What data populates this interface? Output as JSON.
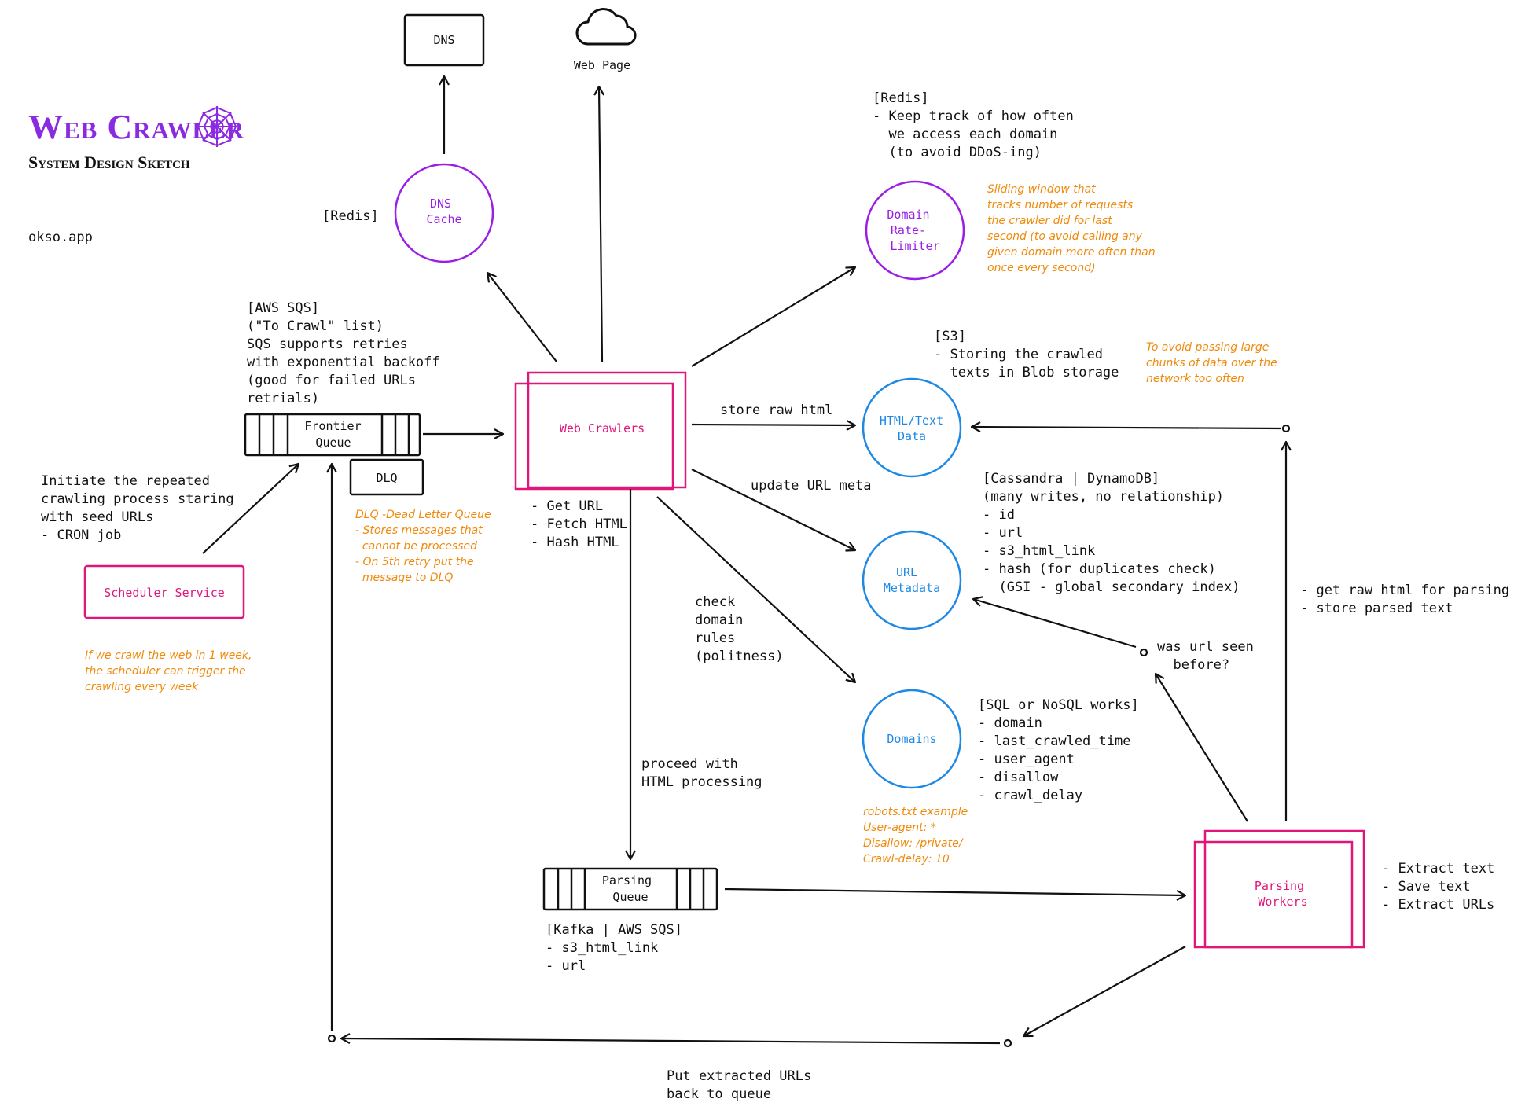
{
  "brand": {
    "title": "Web Crawler",
    "subtitle": "System Design Sketch",
    "site": "okso.app",
    "title_color": "#8a2be2"
  },
  "colors": {
    "pink": "#e0167a",
    "purple": "#9a1ee6",
    "blue": "#1e88e5",
    "orange": "#f08a0c",
    "ink": "#111111"
  },
  "nodes": {
    "dns": "DNS",
    "web_page": "Web Page",
    "dns_cache": [
      "DNS",
      "Cache"
    ],
    "rate_limiter": [
      "Domain",
      "Rate-",
      "Limiter"
    ],
    "web_crawlers": "Web Crawlers",
    "frontier_queue": [
      "Frontier",
      "Queue"
    ],
    "dlq": "DLQ",
    "scheduler": "Scheduler Service",
    "html_data": [
      "HTML/Text",
      "Data"
    ],
    "url_metadata": [
      "URL",
      "Metadata"
    ],
    "domains": "Domains",
    "parsing_queue": [
      "Parsing",
      "Queue"
    ],
    "parsing_workers": [
      "Parsing",
      "Workers"
    ]
  },
  "notes": {
    "redis_dns": "[Redis]",
    "redis_rate": [
      "[Redis]",
      "- Keep track of how often",
      "  we access each domain",
      "  (to avoid DDoS-ing)"
    ],
    "sqs": [
      "[AWS SQS]",
      "(\"To Crawl\" list)",
      "SQS supports retries",
      "with exponential backoff",
      "(good for failed URLs",
      "retrials)"
    ],
    "scheduler_note": [
      "Initiate the repeated",
      "crawling process staring",
      "with seed URLs",
      "- CRON job"
    ],
    "crawler_steps": [
      "- Get URL",
      "- Fetch HTML",
      "- Hash HTML"
    ],
    "s3": [
      "[S3]",
      "- Storing the crawled",
      "  texts in Blob storage"
    ],
    "cassandra": [
      "[Cassandra | DynamoDB]",
      "(many writes, no relationship)",
      "- id",
      "- url",
      "- s3_html_link",
      "- hash (for duplicates check)",
      "  (GSI - global secondary index)"
    ],
    "sql": [
      "[SQL or NoSQL works]",
      "- domain",
      "- last_crawled_time",
      "- user_agent",
      "- disallow",
      "- crawl_delay"
    ],
    "kafka": [
      "[Kafka | AWS SQS]",
      "- s3_html_link",
      "- url"
    ],
    "parsing_steps": [
      "- Extract text",
      "- Save text",
      "- Extract URLs"
    ],
    "raw_html": [
      "- get raw html for parsing",
      "- store parsed text"
    ],
    "url_seen": [
      "was url seen",
      "  before?"
    ],
    "put_urls": [
      "Put extracted URLs",
      "back to queue"
    ]
  },
  "edges": {
    "store_raw": "store raw html",
    "update_meta": "update URL meta",
    "check_rules": [
      "check",
      "domain",
      "rules",
      "(politness)"
    ],
    "proceed": [
      "proceed with",
      "HTML processing"
    ]
  },
  "annotations": {
    "sliding": [
      "Sliding window that",
      "tracks number of requests",
      "the crawler did for last",
      "second (to avoid calling any",
      "given domain more often than",
      "once every second)"
    ],
    "avoid_passing": [
      "To avoid passing large",
      "chunks of data over the",
      "network too often"
    ],
    "dlq_note": [
      "DLQ -Dead Letter Queue",
      "- Stores messages that",
      "  cannot be processed",
      "- On 5th retry put the",
      "  message to DLQ"
    ],
    "scheduler_hint": [
      "If we crawl the web in 1 week,",
      "the scheduler can trigger the",
      "crawling every week"
    ],
    "robots": [
      "robots.txt example",
      "User-agent: *",
      "Disallow: /private/",
      "Crawl-delay: 10"
    ]
  }
}
